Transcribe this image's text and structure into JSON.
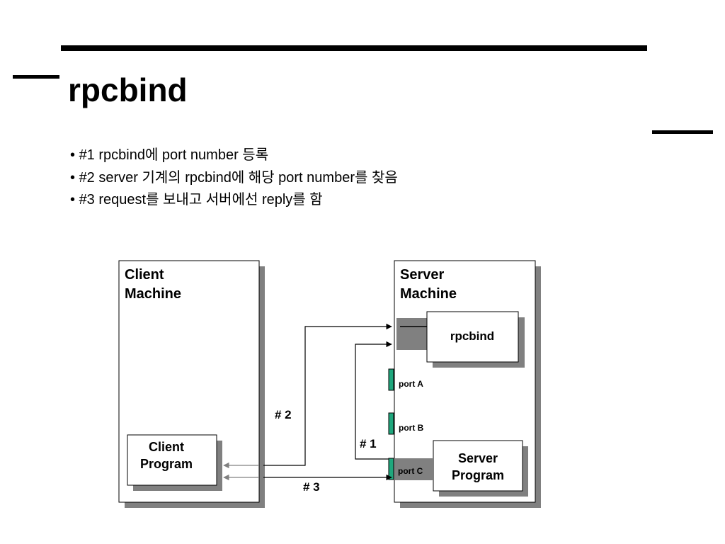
{
  "slide": {
    "title": "rpcbind",
    "bullets": [
      "#1 rpcbind에 port number 등록",
      "#2 server 기계의 rpcbind에 해당 port number를 찾음",
      "#3 request를 보내고 서버에선 reply를 함"
    ]
  },
  "diagram": {
    "client_machine": {
      "line1": "Client",
      "line2": "Machine"
    },
    "server_machine": {
      "line1": "Server",
      "line2": "Machine"
    },
    "client_program": {
      "line1": "Client",
      "line2": "Program"
    },
    "server_program": {
      "line1": "Server",
      "line2": "Program"
    },
    "rpcbind_box": "rpcbind",
    "ports": [
      "port A",
      "port B",
      "port C"
    ],
    "arrows": {
      "step1": "# 1",
      "step2": "# 2",
      "step3": "# 3"
    },
    "colors": {
      "port_fill": "#1fa77d",
      "shadow": "#808080",
      "highlight_gray": "#808080"
    }
  }
}
